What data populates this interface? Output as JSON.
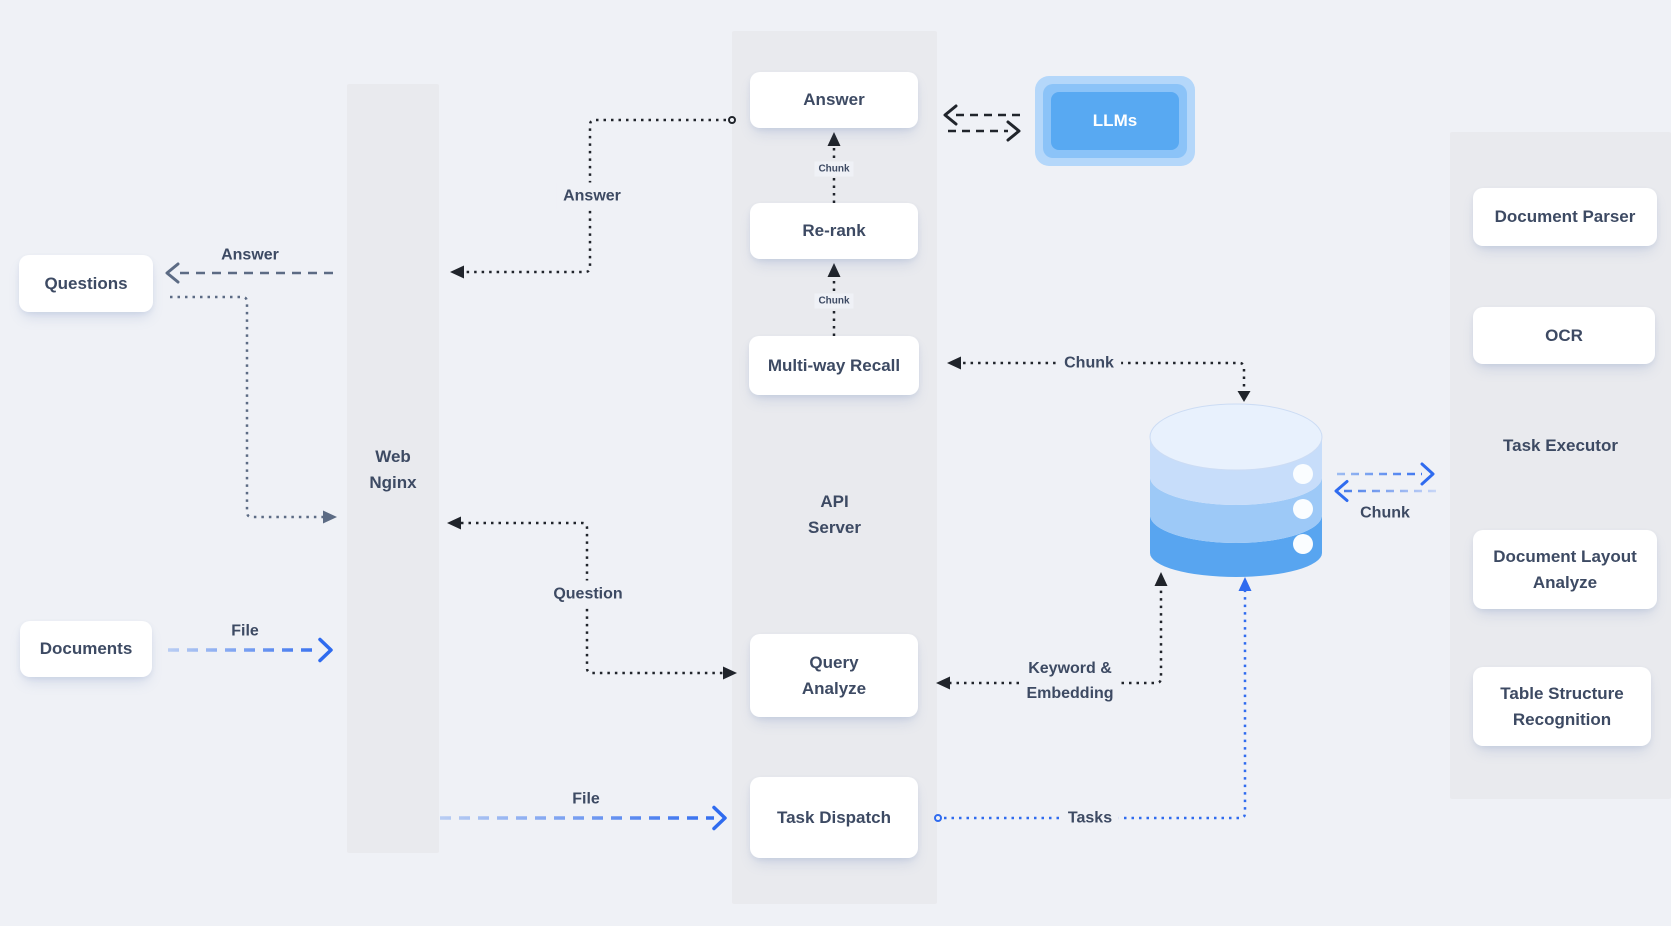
{
  "nodes": {
    "questions": {
      "label": "Questions"
    },
    "documents": {
      "label": "Documents"
    },
    "web_nginx": {
      "line1": "Web",
      "line2": "Nginx"
    },
    "api_server": {
      "line1": "API",
      "line2": "Server"
    },
    "answer": {
      "label": "Answer"
    },
    "rerank": {
      "label": "Re-rank"
    },
    "multiway_recall": {
      "label": "Multi-way Recall"
    },
    "query_analyze": {
      "line1": "Query",
      "line2": "Analyze"
    },
    "task_dispatch": {
      "label": "Task Dispatch"
    },
    "llms": {
      "label": "LLMs"
    },
    "document_parser": {
      "label": "Document Parser"
    },
    "ocr": {
      "label": "OCR"
    },
    "task_executor": {
      "label": "Task Executor"
    },
    "document_layout_analyze": {
      "line1": "Document Layout",
      "line2": "Analyze"
    },
    "table_structure_recognition": {
      "line1": "Table Structure",
      "line2": "Recognition"
    }
  },
  "edges": {
    "answer_to_questions": "Answer",
    "answer_to_nginx": "Answer",
    "question_to_query_analyze": "Question",
    "chunk_rerank_to_answer": "Chunk",
    "chunk_recall_to_rerank": "Chunk",
    "chunk_db_to_recall": "Chunk",
    "chunk_db_to_executor": "Chunk",
    "keyword_embedding": {
      "line1": "Keyword &",
      "line2": "Embedding"
    },
    "tasks": "Tasks",
    "file_documents_to_nginx": "File",
    "file_nginx_to_dispatch": "File"
  },
  "colors": {
    "background": "#eff1f6",
    "column": "#e9eaee",
    "node_bg": "#ffffff",
    "text": "#3d4a63",
    "arrow_dark": "#20242b",
    "arrow_slate": "#5c6b84",
    "arrow_blue": "#2f6bef",
    "llm_outer": "#b4d7fa",
    "llm_mid": "#8bc3f8",
    "llm_inner": "#58a9f2",
    "db_top": "#e8f1fd",
    "db_band1": "#c7ddfa",
    "db_band2": "#9dc9f7",
    "db_band3": "#58a5f0"
  }
}
